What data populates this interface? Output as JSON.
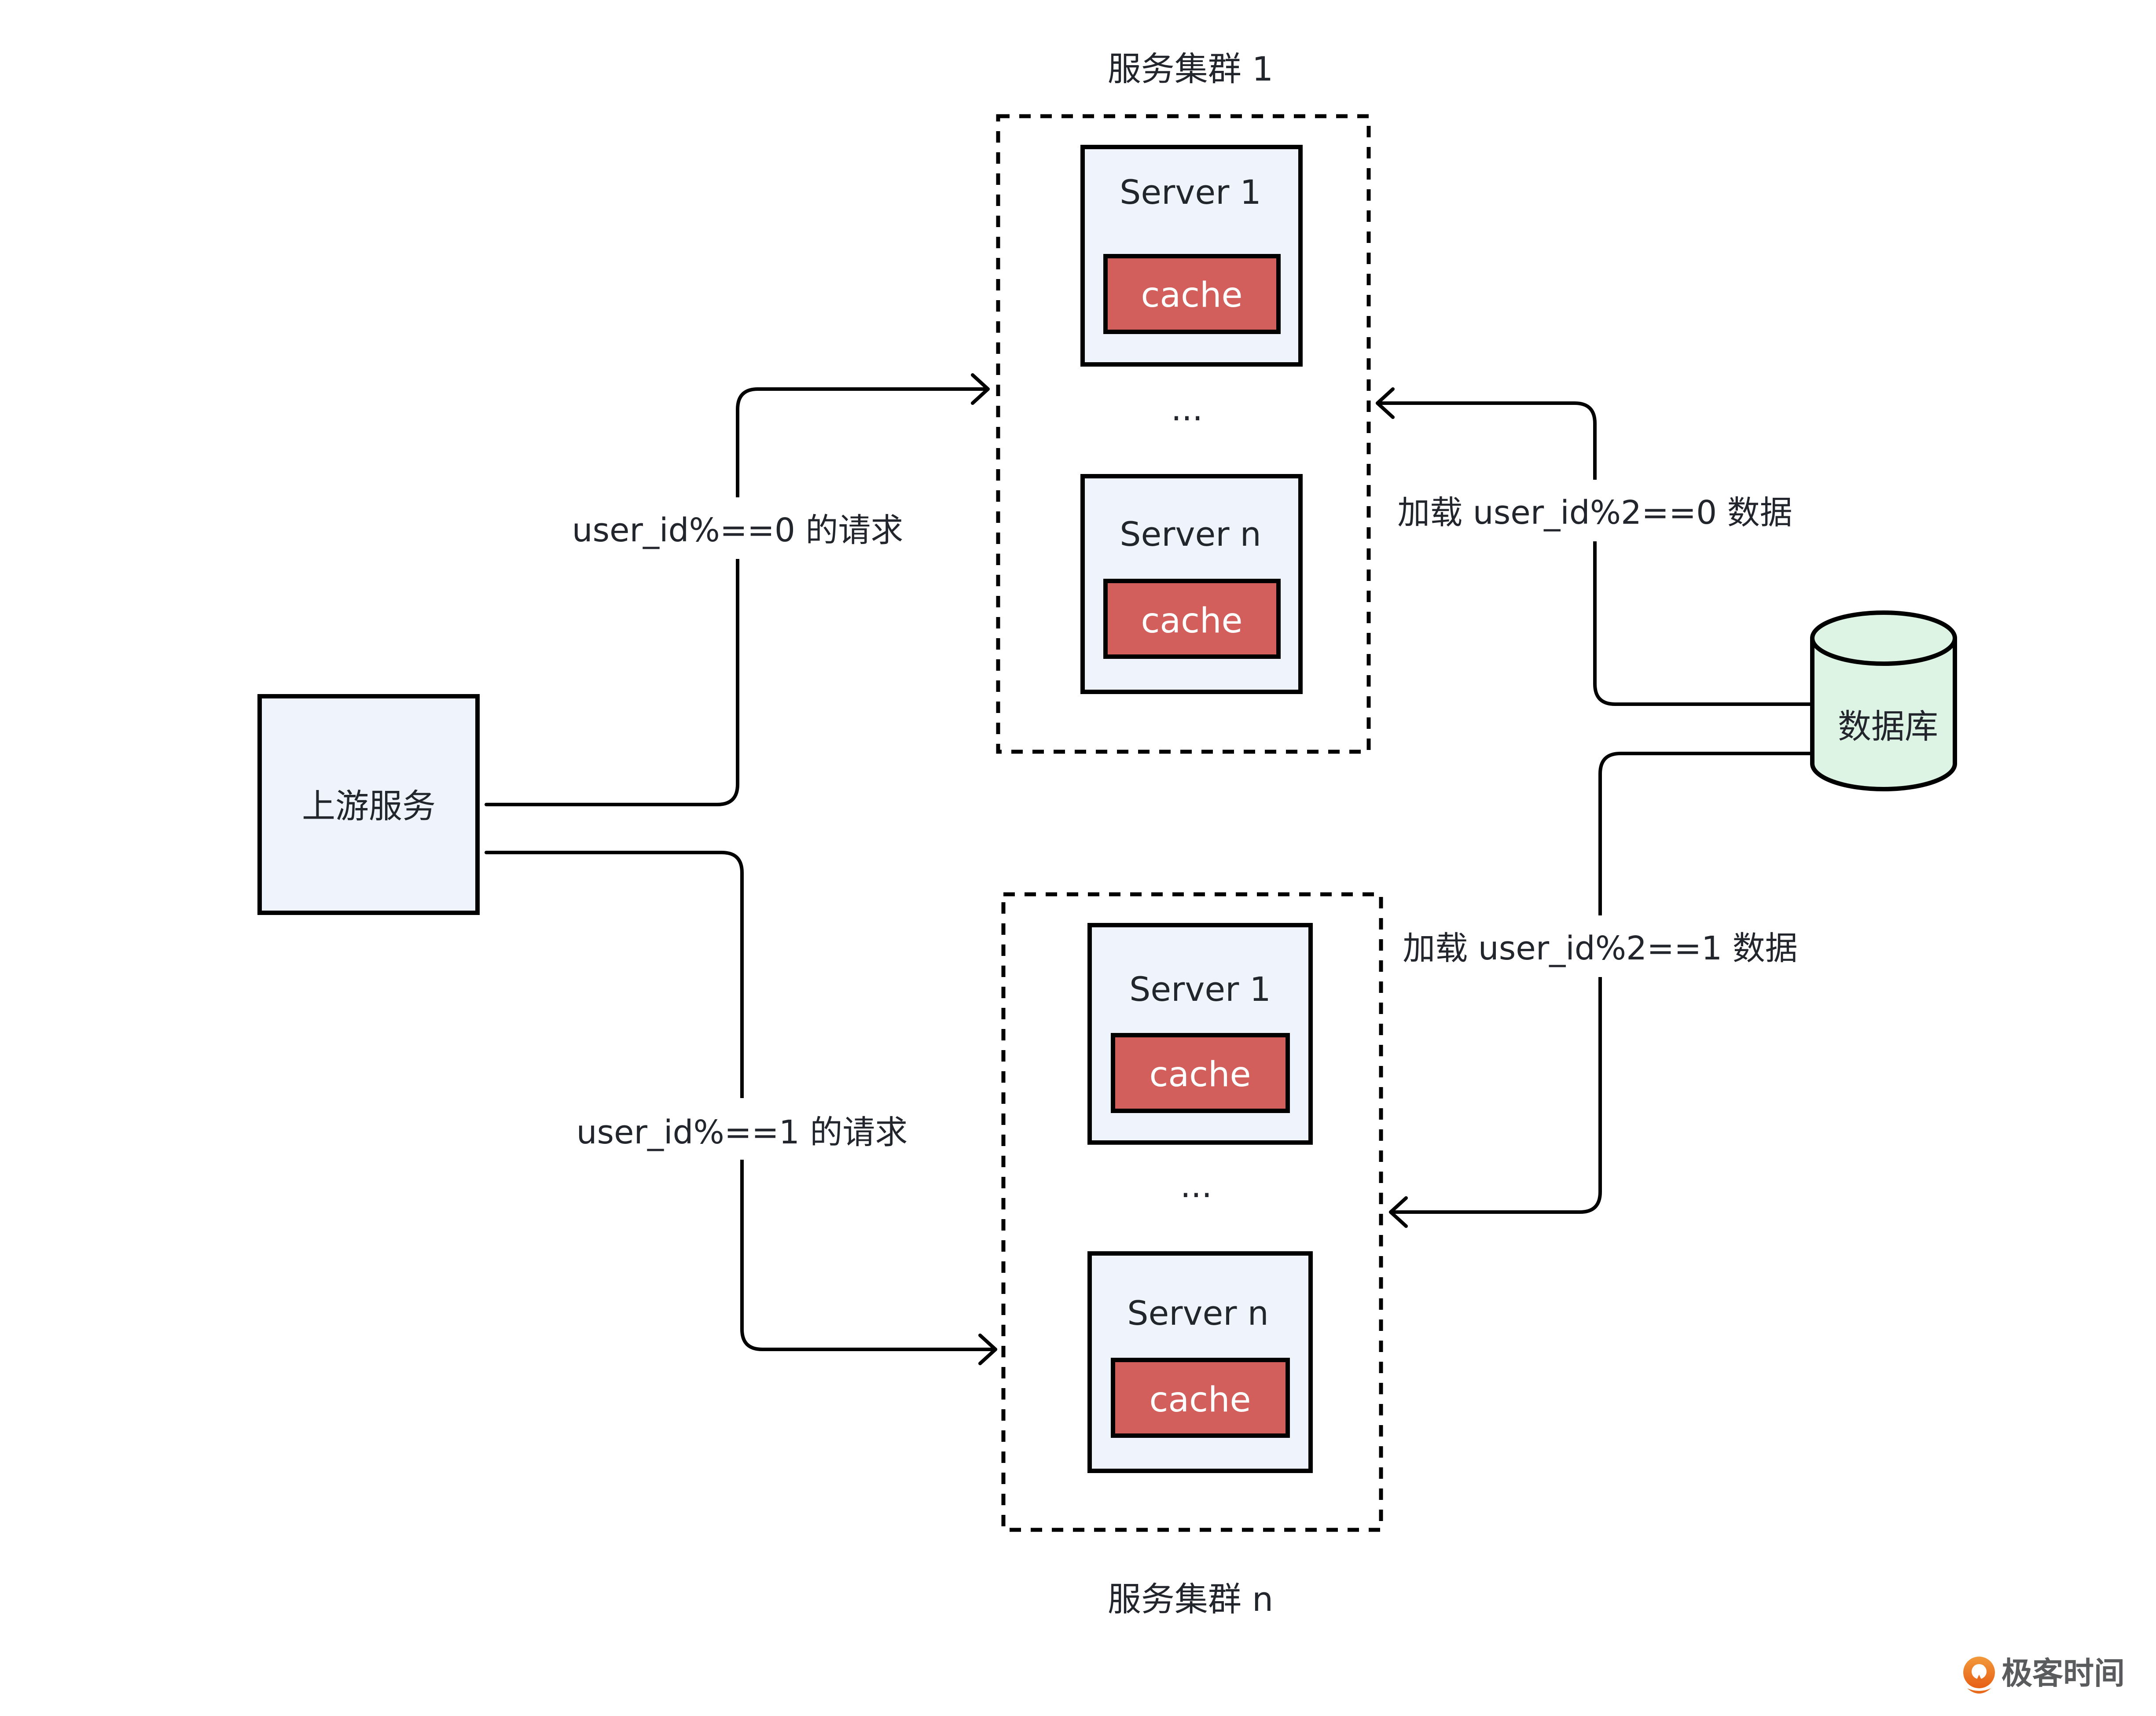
{
  "diagram": {
    "upstream": {
      "label": "上游服务"
    },
    "clusters": [
      {
        "title": "服务集群 1",
        "servers": [
          {
            "name": "Server 1",
            "cache_label": "cache"
          },
          {
            "name": "Server n",
            "cache_label": "cache"
          }
        ],
        "ellipsis": "..."
      },
      {
        "title": "服务集群 n",
        "servers": [
          {
            "name": "Server 1",
            "cache_label": "cache"
          },
          {
            "name": "Server n",
            "cache_label": "cache"
          }
        ],
        "ellipsis": "..."
      }
    ],
    "database": {
      "label": "数据库"
    },
    "edges": {
      "request_even": "user_id%==0 的请求",
      "request_odd": "user_id%==1 的请求",
      "load_even": "加载 user_id%2==0 数据",
      "load_odd": "加载 user_id%2==1 数据"
    },
    "colors": {
      "server_fill": "#eff3fc",
      "cache_fill": "#d35f5d",
      "database_fill": "#ddf4e5",
      "watermark_orange": "#e8701f"
    }
  },
  "watermark": {
    "text": "极客时间"
  }
}
